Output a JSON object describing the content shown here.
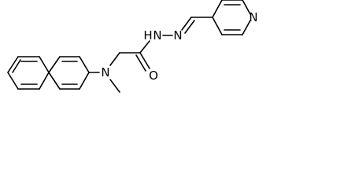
{
  "molecule": {
    "atom_labels": {
      "amine_n": "N",
      "hydrazide_nh": "N",
      "hydrazide_h": "H",
      "imine_n": "N",
      "carbonyl_o": "O",
      "pyridine_n": "N"
    }
  },
  "colors": {
    "bond": "#000000",
    "text": "#000000",
    "background": "#ffffff"
  }
}
